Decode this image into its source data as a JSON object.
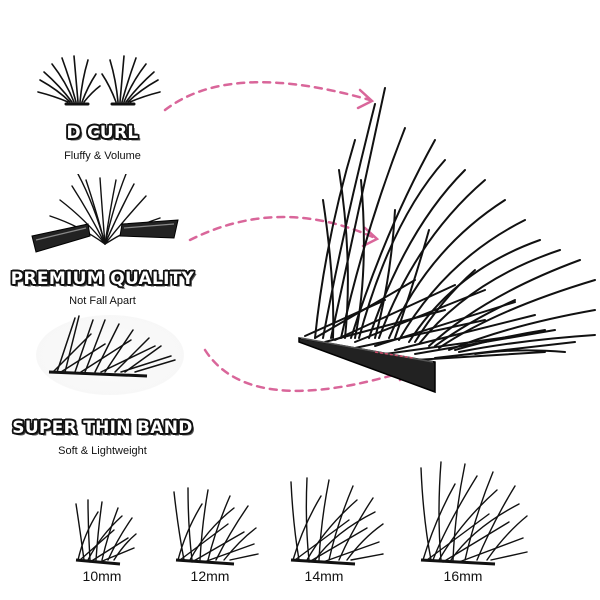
{
  "features": [
    {
      "title": "D CURL",
      "subtitle": "Fluffy & Volume",
      "icon": "curl-lash-pair-icon"
    },
    {
      "title": "PREMIUM QUALITY",
      "subtitle": "Not Fall Apart",
      "icon": "lash-cluster-held-by-tweezers-icon"
    },
    {
      "title": "SUPER THIN BAND",
      "subtitle": "Soft & Lightweight",
      "icon": "thin-band-lash-icon"
    }
  ],
  "sizes": [
    {
      "label": "10mm"
    },
    {
      "label": "12mm"
    },
    {
      "label": "14mm"
    },
    {
      "label": "16mm"
    }
  ],
  "colors": {
    "arrow": "#d9669a",
    "lash": "#111111",
    "band_accent": "#d04a6a"
  }
}
